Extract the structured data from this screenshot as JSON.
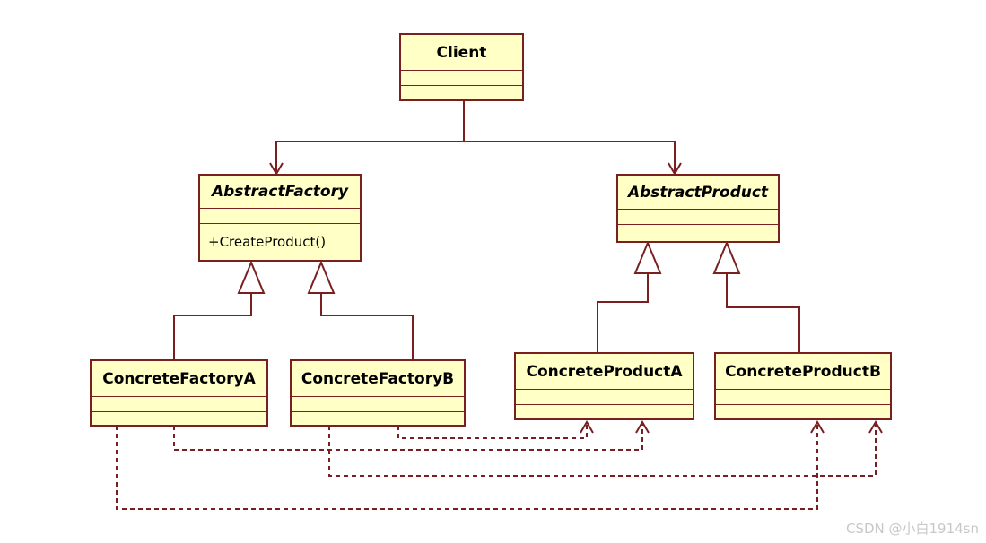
{
  "diagram": {
    "classes": {
      "client": {
        "name": "Client",
        "operations": []
      },
      "abstract_factory": {
        "name": "AbstractFactory",
        "operations": [
          "+CreateProduct()"
        ]
      },
      "abstract_product": {
        "name": "AbstractProduct",
        "operations": []
      },
      "concrete_factory_a": {
        "name": "ConcreteFactoryA",
        "operations": []
      },
      "concrete_factory_b": {
        "name": "ConcreteFactoryB",
        "operations": []
      },
      "concrete_product_a": {
        "name": "ConcreteProductA",
        "operations": []
      },
      "concrete_product_b": {
        "name": "ConcreteProductB",
        "operations": []
      }
    },
    "relationships": [
      {
        "from": "Client",
        "to": "AbstractFactory",
        "type": "dependency"
      },
      {
        "from": "Client",
        "to": "AbstractProduct",
        "type": "dependency"
      },
      {
        "from": "ConcreteFactoryA",
        "to": "AbstractFactory",
        "type": "generalization"
      },
      {
        "from": "ConcreteFactoryB",
        "to": "AbstractFactory",
        "type": "generalization"
      },
      {
        "from": "ConcreteProductA",
        "to": "AbstractProduct",
        "type": "generalization"
      },
      {
        "from": "ConcreteProductB",
        "to": "AbstractProduct",
        "type": "generalization"
      },
      {
        "from": "ConcreteFactoryA",
        "to": "ConcreteProductA",
        "type": "dependency"
      },
      {
        "from": "ConcreteFactoryA",
        "to": "ConcreteProductB",
        "type": "dependency"
      },
      {
        "from": "ConcreteFactoryB",
        "to": "ConcreteProductA",
        "type": "dependency"
      },
      {
        "from": "ConcreteFactoryB",
        "to": "ConcreteProductB",
        "type": "dependency"
      }
    ],
    "colors": {
      "box_fill": "#ffffc6",
      "line": "#7a1f1f"
    }
  },
  "watermark": "CSDN @小白1914sn"
}
